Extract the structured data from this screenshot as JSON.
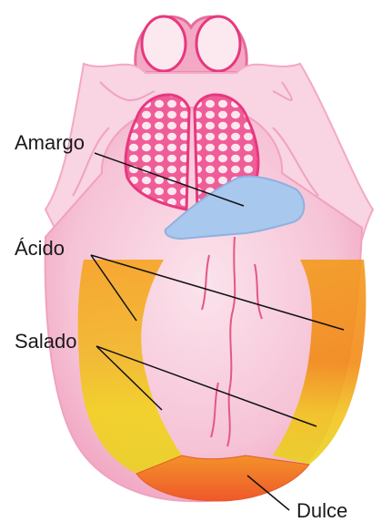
{
  "labels": {
    "bitter": "Amargo",
    "sour": "Ácido",
    "salty": "Salado",
    "sweet": "Dulce"
  },
  "colors": {
    "tongue_pink": "#f7b8cf",
    "tongue_magenta": "#e8377f",
    "papillae_white": "#fde7ef",
    "bitter_zone_blue": "#a9c8ee",
    "sour_zone_orange": "#f6a31f",
    "salty_zone_yellow": "#f2d21c",
    "sweet_zone_red": "#f0582a",
    "leader_line": "#111111"
  }
}
